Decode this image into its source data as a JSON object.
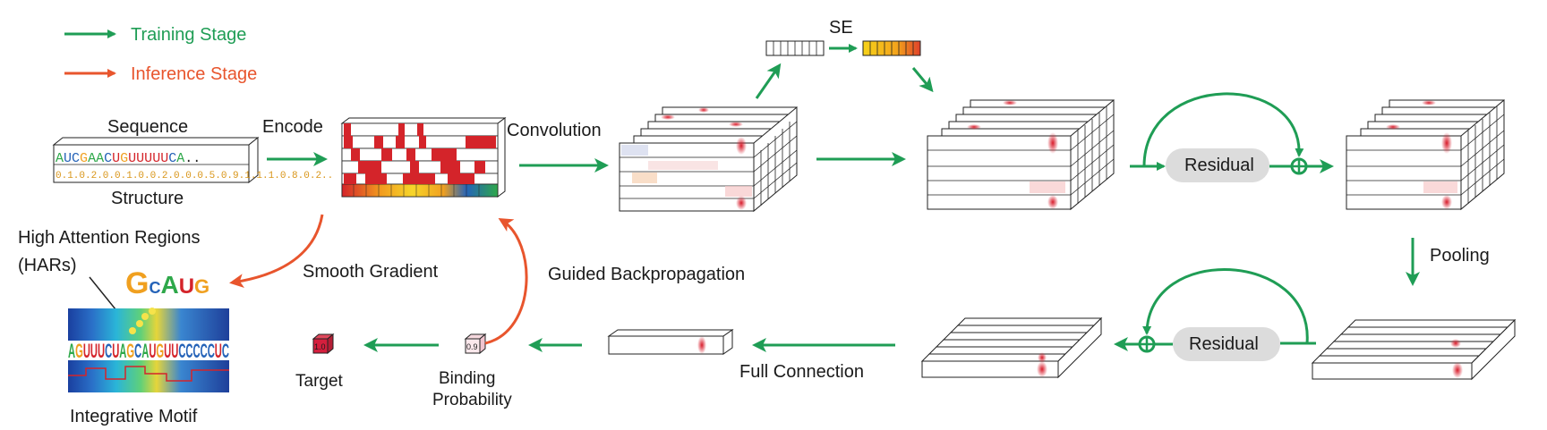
{
  "legend": {
    "training": "Training Stage",
    "inference": "Inference Stage"
  },
  "labels": {
    "sequence": "Sequence",
    "structure": "Structure",
    "encode": "Encode",
    "convolution": "Convolution",
    "se": "SE",
    "residual_top": "Residual",
    "pooling": "Pooling",
    "residual_bottom": "Residual",
    "full_connection": "Full Connection",
    "binding_probability_line1": "Binding",
    "binding_probability_line2": "Probability",
    "target": "Target",
    "guided_backprop": "Guided Backpropagation",
    "smooth_gradient": "Smooth Gradient",
    "hars_line1": "High Attention Regions",
    "hars_line2": "(HARs)",
    "integrative_motif": "Integrative Motif"
  },
  "input": {
    "sequence_text": "AUCGAACUGUUUUUCA..",
    "structure_text": "0.1.0.2.0.0.1.0.0.2.0.0.0.5.0.9.1.1.1.0.8.0.2.."
  },
  "values": {
    "binding_probability": "0.9",
    "target": "1.0"
  },
  "motif": {
    "logo": "GCAUG",
    "sequence": "AGUUUCUAGCAUGUUCCCCCUC"
  },
  "colors": {
    "training": "#1f9d55",
    "inference": "#e8552d",
    "highlight": "#d81b2a"
  }
}
